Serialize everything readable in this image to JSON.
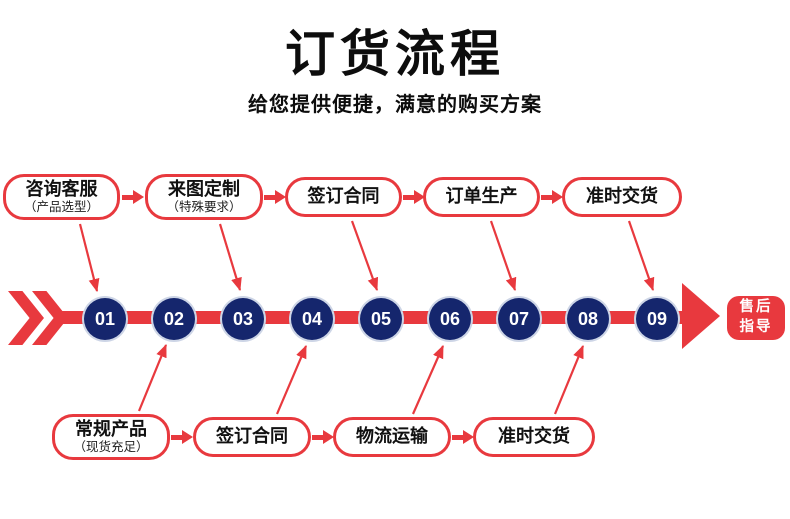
{
  "header": {
    "title": "订货流程",
    "subtitle": "给您提供便捷，满意的购买方案"
  },
  "colors": {
    "red": "#e8393e",
    "navy": "#15266d",
    "ring": "#cdd5e6"
  },
  "top_row": [
    {
      "label": "咨询客服",
      "sub": "（产品选型）"
    },
    {
      "label": "来图定制",
      "sub": "（特殊要求）"
    },
    {
      "label": "签订合同",
      "sub": ""
    },
    {
      "label": "订单生产",
      "sub": ""
    },
    {
      "label": "准时交货",
      "sub": ""
    }
  ],
  "bottom_row": [
    {
      "label": "常规产品",
      "sub": "（现货充足）"
    },
    {
      "label": "签订合同",
      "sub": ""
    },
    {
      "label": "物流运输",
      "sub": ""
    },
    {
      "label": "准时交货",
      "sub": ""
    }
  ],
  "steps": [
    "01",
    "02",
    "03",
    "04",
    "05",
    "06",
    "07",
    "08",
    "09"
  ],
  "end_badge": {
    "line1": "售后",
    "line2": "指导"
  }
}
